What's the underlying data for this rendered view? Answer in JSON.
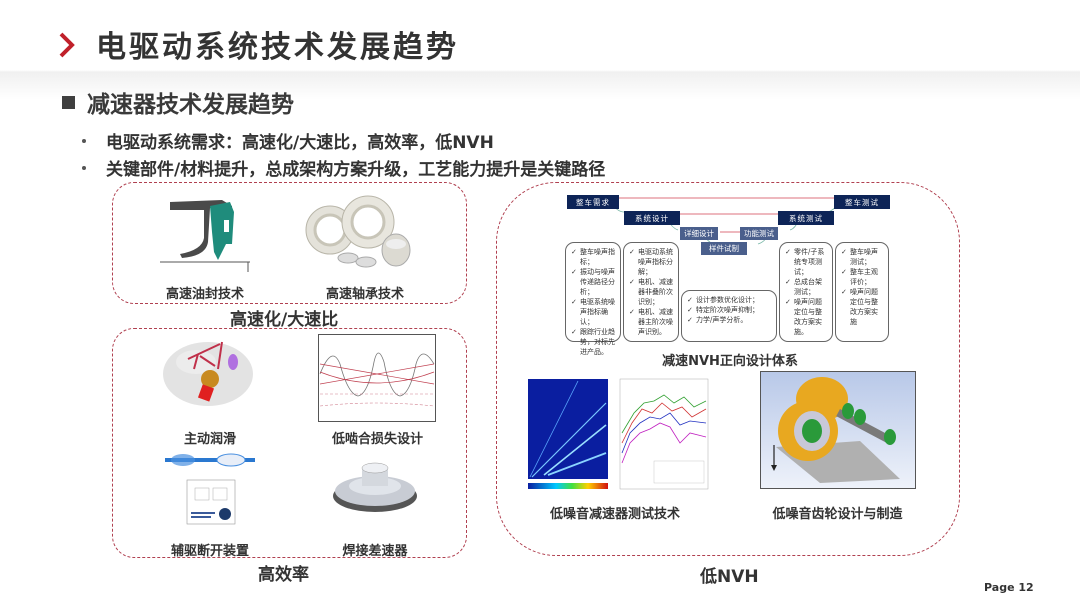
{
  "header": {
    "title": "电驱动系统技术发展趋势",
    "accent_color": "#c0202a"
  },
  "section": {
    "title": "减速器技术发展趋势",
    "bullets": [
      "电驱动系统需求：高速化/大速比，高效率，低NVH",
      "关键部件/材料提升，总成架构方案升级，工艺能力提升是关键路径"
    ]
  },
  "groups": {
    "high_speed": {
      "label": "高速化/大速比",
      "items": [
        {
          "caption": "高速油封技术",
          "image": "oil-seal-cross-section"
        },
        {
          "caption": "高速轴承技术",
          "image": "ceramic-bearings"
        }
      ]
    },
    "efficiency": {
      "label": "高效率",
      "items": [
        {
          "caption": "主动润滑",
          "image": "lubrication-cfd"
        },
        {
          "caption": "低啮合损失设计",
          "image": "gear-mesh-plot"
        },
        {
          "caption": "辅驱断开装置",
          "image": "disconnect-device"
        },
        {
          "caption": "焊接差速器",
          "image": "welded-differential"
        }
      ]
    },
    "nvh": {
      "label": "低NVH",
      "diagram_title": "减速NVH正向设计体系",
      "flow": {
        "vehicle_req": "整车需求",
        "system_design": "系统设计",
        "detail_design": "详细设计",
        "sample_trial": "样件试制",
        "function_test": "功能测试",
        "system_test": "系统测试",
        "vehicle_test": "整车测试"
      },
      "notes": [
        [
          "整车噪声指标；",
          "振动与噪声传递路径分析；",
          "电驱系统噪声指标确认；",
          "跟踪行业趋势，对标先进产品。"
        ],
        [
          "电驱动系统噪声指标分解；",
          "电机、减速器非叠阶次识别；",
          "电机、减速器主阶次噪声识别。"
        ],
        [
          "设计参数优化设计；",
          "特定阶次噪声抑制；",
          "力学/声学分析。"
        ],
        [
          "零件/子系统专项测试；",
          "总成台架测试；",
          "噪声问题定位与整改方案实施。"
        ],
        [
          "整车噪声测试；",
          "整车主观评价；",
          "噪声问题定位与整改方案实施"
        ]
      ],
      "items": [
        {
          "caption": "低噪音减速器测试技术",
          "image": "campbell-and-spectrum-plots"
        },
        {
          "caption": "低噪音齿轮设计与制造",
          "image": "gear-shaft-3d-model"
        }
      ]
    }
  },
  "footer": {
    "page_label": "Page",
    "page_number": "12"
  }
}
